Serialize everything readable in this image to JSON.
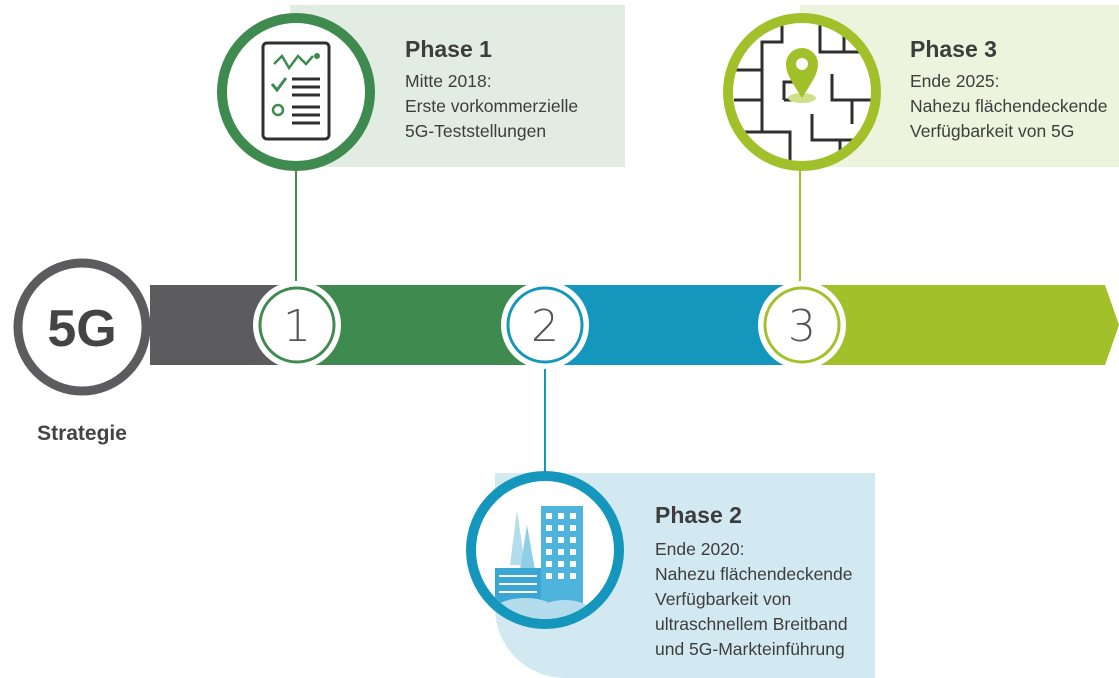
{
  "center": {
    "label": "5G",
    "caption": "Strategie"
  },
  "milestones": [
    {
      "number": "1"
    },
    {
      "number": "2"
    },
    {
      "number": "3"
    }
  ],
  "phases": [
    {
      "title": "Phase 1",
      "date": "Mitte 2018:",
      "lines": [
        "Erste vorkommerzielle",
        "5G-Teststellungen"
      ]
    },
    {
      "title": "Phase 2",
      "date": "Ende 2020:",
      "lines": [
        "Nahezu flächendeckende",
        "Verfügbarkeit von",
        "ultraschnellem Breitband",
        "und 5G-Markteinführung"
      ]
    },
    {
      "title": "Phase 3",
      "date": "Ende 2025:",
      "lines": [
        "Nahezu flächendeckende",
        "Verfügbarkeit von 5G"
      ]
    }
  ],
  "icons": {
    "phase1": "checklist-document-icon",
    "phase2": "city-buildings-icon",
    "phase3": "map-location-pin-icon"
  },
  "colors": {
    "gray": "#5c5c5e",
    "dark_green": "#3e8a4f",
    "blue": "#1596bd",
    "lime": "#a2c02a"
  }
}
